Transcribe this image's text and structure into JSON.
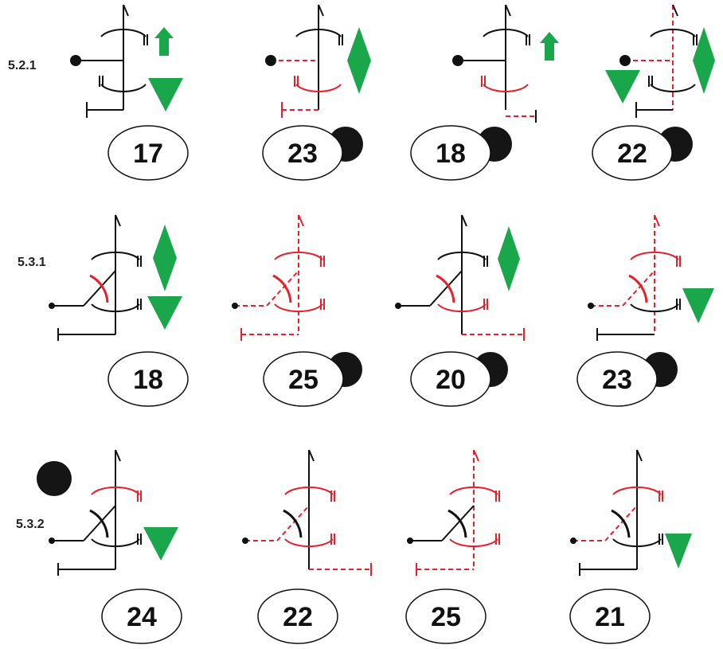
{
  "rows": [
    {
      "label": "5.2.1",
      "cells": [
        {
          "number": "17",
          "badge": false,
          "arrow_up": true,
          "arrow_down": true,
          "diamond": false
        },
        {
          "number": "23",
          "badge": true,
          "arrow_up": false,
          "arrow_down": false,
          "diamond": true
        },
        {
          "number": "18",
          "badge": true,
          "arrow_up": true,
          "arrow_down": false,
          "diamond": false
        },
        {
          "number": "22",
          "badge": true,
          "arrow_up": false,
          "arrow_down": true,
          "diamond": true
        }
      ]
    },
    {
      "label": "5.3.1",
      "cells": [
        {
          "number": "18",
          "badge": false,
          "arrow_up": false,
          "arrow_down": true,
          "diamond": true
        },
        {
          "number": "25",
          "badge": true,
          "arrow_up": false,
          "arrow_down": false,
          "diamond": false
        },
        {
          "number": "20",
          "badge": true,
          "arrow_up": false,
          "arrow_down": false,
          "diamond": true
        },
        {
          "number": "23",
          "badge": true,
          "arrow_up": false,
          "arrow_down": true,
          "diamond": false
        }
      ]
    },
    {
      "label": "5.3.2",
      "cells": [
        {
          "number": "24",
          "badge": true,
          "arrow_up": false,
          "arrow_down": true,
          "diamond": false
        },
        {
          "number": "22",
          "badge": false,
          "arrow_up": false,
          "arrow_down": false,
          "diamond": false
        },
        {
          "number": "25",
          "badge": false,
          "arrow_up": false,
          "arrow_down": false,
          "diamond": false
        },
        {
          "number": "21",
          "badge": false,
          "arrow_up": false,
          "arrow_down": true,
          "diamond": false
        }
      ]
    }
  ],
  "colors": {
    "line": "#111111",
    "highlight": "#e8202a",
    "marker_green": "#1aa64a",
    "badge": "#151515"
  },
  "icons": {
    "arrow_up": "green-up-arrow-icon",
    "arrow_down": "green-down-triangle-icon",
    "diamond": "green-diamond-icon",
    "badge": "black-dot-icon"
  }
}
